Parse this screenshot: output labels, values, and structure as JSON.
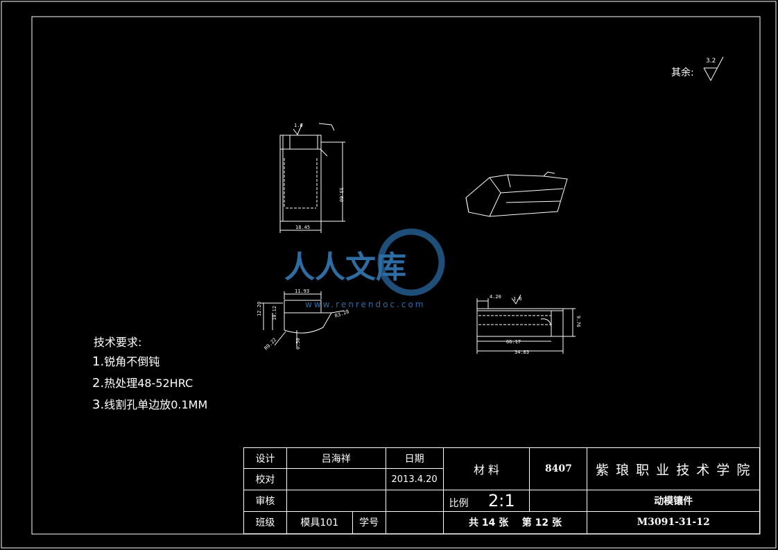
{
  "surface_note": {
    "label": "其余:",
    "roughness": "3.2"
  },
  "tech_requirements": {
    "title": "技术要求:",
    "items": [
      {
        "num": "1.",
        "text": "锐角不倒钝"
      },
      {
        "num": "2.",
        "text": "热处理48-52HRC"
      },
      {
        "num": "3.",
        "text": "线割孔单边放0.1MM"
      }
    ]
  },
  "dimensions": {
    "front_width": "18.45",
    "front_height": "33.60",
    "front_roughness": "1.6",
    "bottom_top": "11.93",
    "bottom_h1": "12.20",
    "bottom_h2": "10.12",
    "bottom_r1": "R3.28",
    "bottom_r2": "R9.22",
    "bottom_small": "0.50",
    "side_top": "4.20",
    "side_roughness": "1.6",
    "side_mid": "66.17",
    "side_total": "34.83",
    "side_height": "9.76"
  },
  "watermark": {
    "logo_text": "人人文库",
    "url": "www.renrendoc.com"
  },
  "title_block": {
    "design_label": "设计",
    "designer": "吕海祥",
    "date_label": "日期",
    "check_label": "校对",
    "checker": "",
    "date_value": "2013.4.20",
    "review_label": "审核",
    "reviewer": "",
    "class_label": "班级",
    "class_value": "模具101",
    "id_label": "学号",
    "id_value": "",
    "material_label": "材  料",
    "material_value": "8407",
    "scale_label": "比例",
    "scale_value": "2:1",
    "school": "紫 琅 职 业 技 术 学 院",
    "part_name": "动模镶件",
    "sheets": "共 14 张    第 12 张",
    "drawing_no": "M3091-31-12"
  }
}
